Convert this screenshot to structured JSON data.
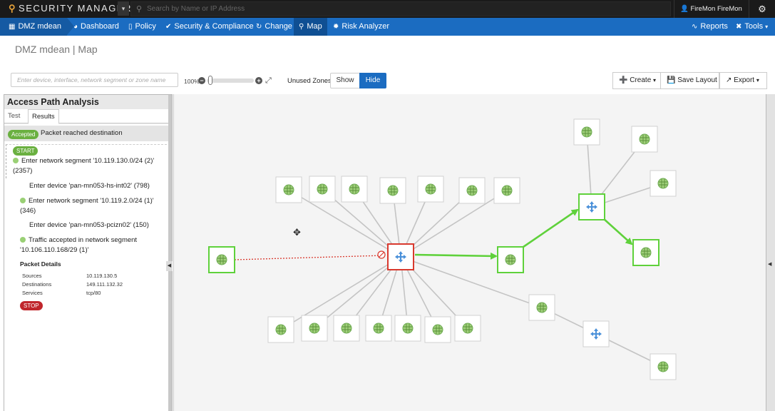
{
  "topbar": {
    "app_title": "SECURITY MANAGER",
    "search_placeholder": "Search by Name or IP Address",
    "user_label": "FireMon FireMon"
  },
  "nav": {
    "home_label": "DMZ mdean",
    "items": [
      {
        "label": "Dashboard",
        "icon": "gauge-icon"
      },
      {
        "label": "Policy",
        "icon": "clipboard-icon"
      },
      {
        "label": "Security & Compliance",
        "icon": "check-circle-icon"
      },
      {
        "label": "Change",
        "icon": "refresh-icon"
      },
      {
        "label": "Map",
        "icon": "map-pin-icon",
        "active": true
      },
      {
        "label": "Risk Analyzer",
        "icon": "burst-icon"
      }
    ],
    "reports_label": "Reports",
    "tools_label": "Tools"
  },
  "page": {
    "title": "DMZ mdean | Map"
  },
  "toolbar": {
    "device_search_placeholder": "Enter device, interface, network segment or zone name",
    "zoom_label": "100%",
    "zoom_level_percent": 100,
    "unused_zones_label": "Unused Zones:",
    "show_label": "Show",
    "hide_label": "Hide",
    "hide_selected": true,
    "create_label": "Create",
    "save_layout_label": "Save Layout",
    "export_label": "Export"
  },
  "panel": {
    "title": "Access Path Analysis",
    "tabs": [
      {
        "label": "Test"
      },
      {
        "label": "Results",
        "active": true
      }
    ],
    "result_badge": "Accepted",
    "result_text": "Packet reached destination",
    "start_badge": "START",
    "steps": [
      {
        "type": "segment",
        "line1": "Enter network segment '10.119.130.0/24 (2)'",
        "line2": "(2357)"
      },
      {
        "type": "device",
        "line1": "Enter device 'pan-mn053-hs-int02' (798)",
        "line2": ""
      },
      {
        "type": "segment",
        "line1": "Enter network segment '10.119.2.0/24 (1)'",
        "line2": "(346)"
      },
      {
        "type": "device",
        "line1": "Enter device 'pan-mn053-pcizn02' (150)",
        "line2": ""
      },
      {
        "type": "segment",
        "line1": "Traffic accepted in network segment",
        "line2": "'10.106.110.168/29 (1)'"
      }
    ],
    "packet_details_title": "Packet Details",
    "packet_details": [
      {
        "key": "Sources",
        "value": "10.119.130.5"
      },
      {
        "key": "Destinations",
        "value": "149.111.132.32"
      },
      {
        "key": "Services",
        "value": "tcp/80"
      }
    ],
    "stop_badge": "STOP"
  },
  "colors": {
    "nav_blue": "#1b6cc1",
    "path_green": "#5fd13b",
    "blocked_red": "#d9392e",
    "accepted_green": "#6ab040",
    "stop_red": "#c0262c"
  }
}
